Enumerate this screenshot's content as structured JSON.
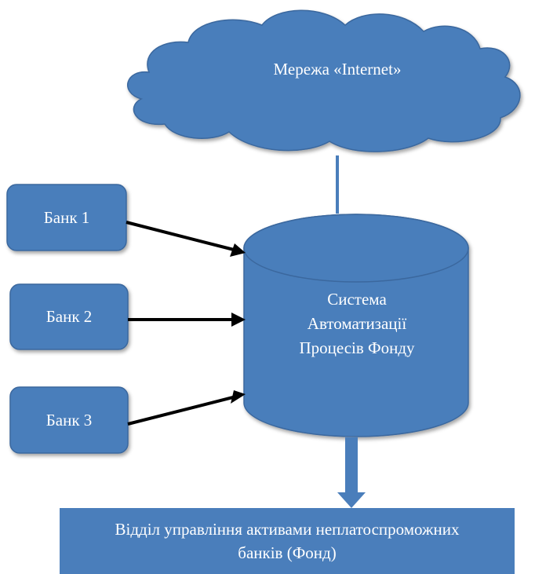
{
  "cloud": {
    "label": "Мережа «Internet»"
  },
  "banks": [
    {
      "label": "Банк 1"
    },
    {
      "label": "Банк 2"
    },
    {
      "label": "Банк 3"
    }
  ],
  "system": {
    "line1": "Система",
    "line2": "Автоматизації",
    "line3": "Процесів Фонду"
  },
  "department": {
    "line1": "Відділ управління активами неплатоспроможних",
    "line2": "банків (Фонд)"
  },
  "colors": {
    "fill": "#4a7ebb",
    "stroke": "#3a679e",
    "arrow": "#000000",
    "text": "#ffffff"
  }
}
